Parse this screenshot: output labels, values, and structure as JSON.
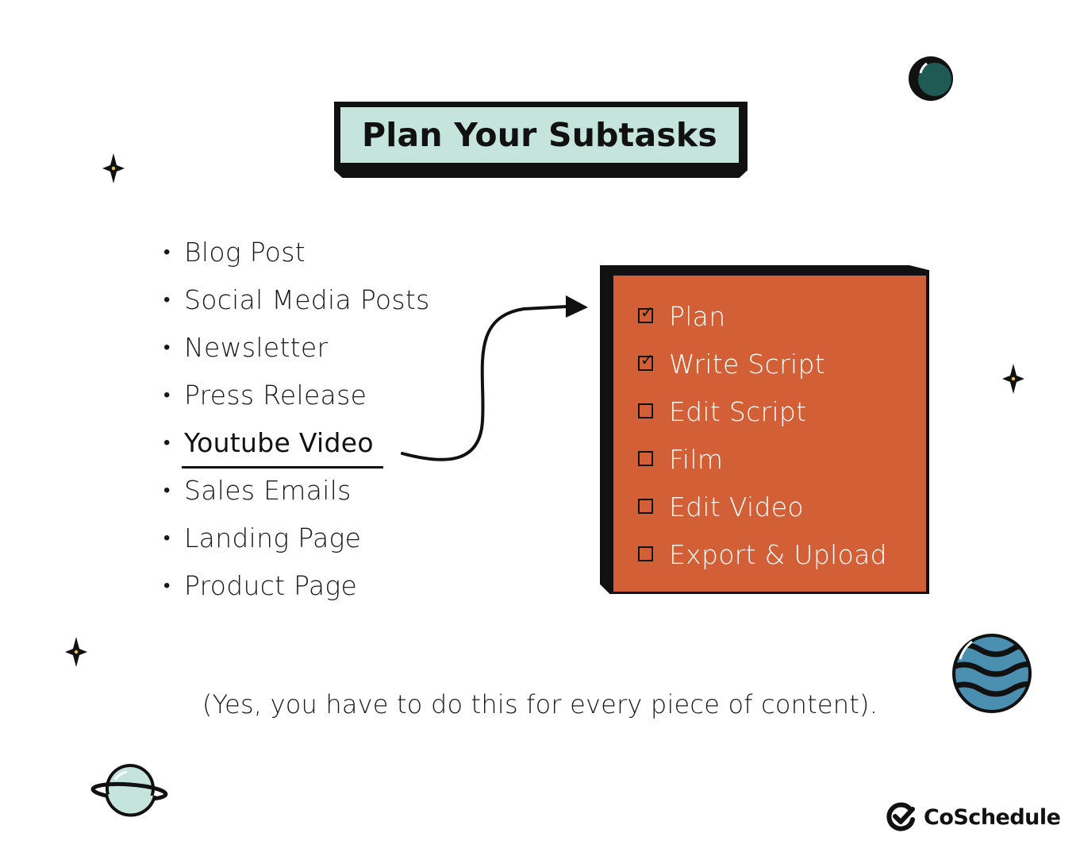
{
  "title": "Plan Your Subtasks",
  "content_types": [
    {
      "label": "Blog Post",
      "selected": false
    },
    {
      "label": "Social Media Posts",
      "selected": false
    },
    {
      "label": "Newsletter",
      "selected": false
    },
    {
      "label": "Press Release",
      "selected": false
    },
    {
      "label": "Youtube Video",
      "selected": true
    },
    {
      "label": "Sales Emails",
      "selected": false
    },
    {
      "label": "Landing Page",
      "selected": false
    },
    {
      "label": "Product Page",
      "selected": false
    }
  ],
  "subtasks": [
    {
      "label": "Plan",
      "checked": true
    },
    {
      "label": "Write Script",
      "checked": true
    },
    {
      "label": "Edit Script",
      "checked": false
    },
    {
      "label": "Film",
      "checked": false
    },
    {
      "label": "Edit Video",
      "checked": false
    },
    {
      "label": "Export & Upload",
      "checked": false
    }
  ],
  "footer_note": "(Yes, you have to do this for every piece of content).",
  "brand": {
    "name": "CoSchedule",
    "logo": "check-circle-logo"
  },
  "colors": {
    "title_bg": "#c4e4dc",
    "task_box_bg": "#d35f37",
    "planet_dark": "#1f5a55",
    "planet_blue": "#4a8fb0",
    "planet_mint": "#c4e4dc"
  }
}
